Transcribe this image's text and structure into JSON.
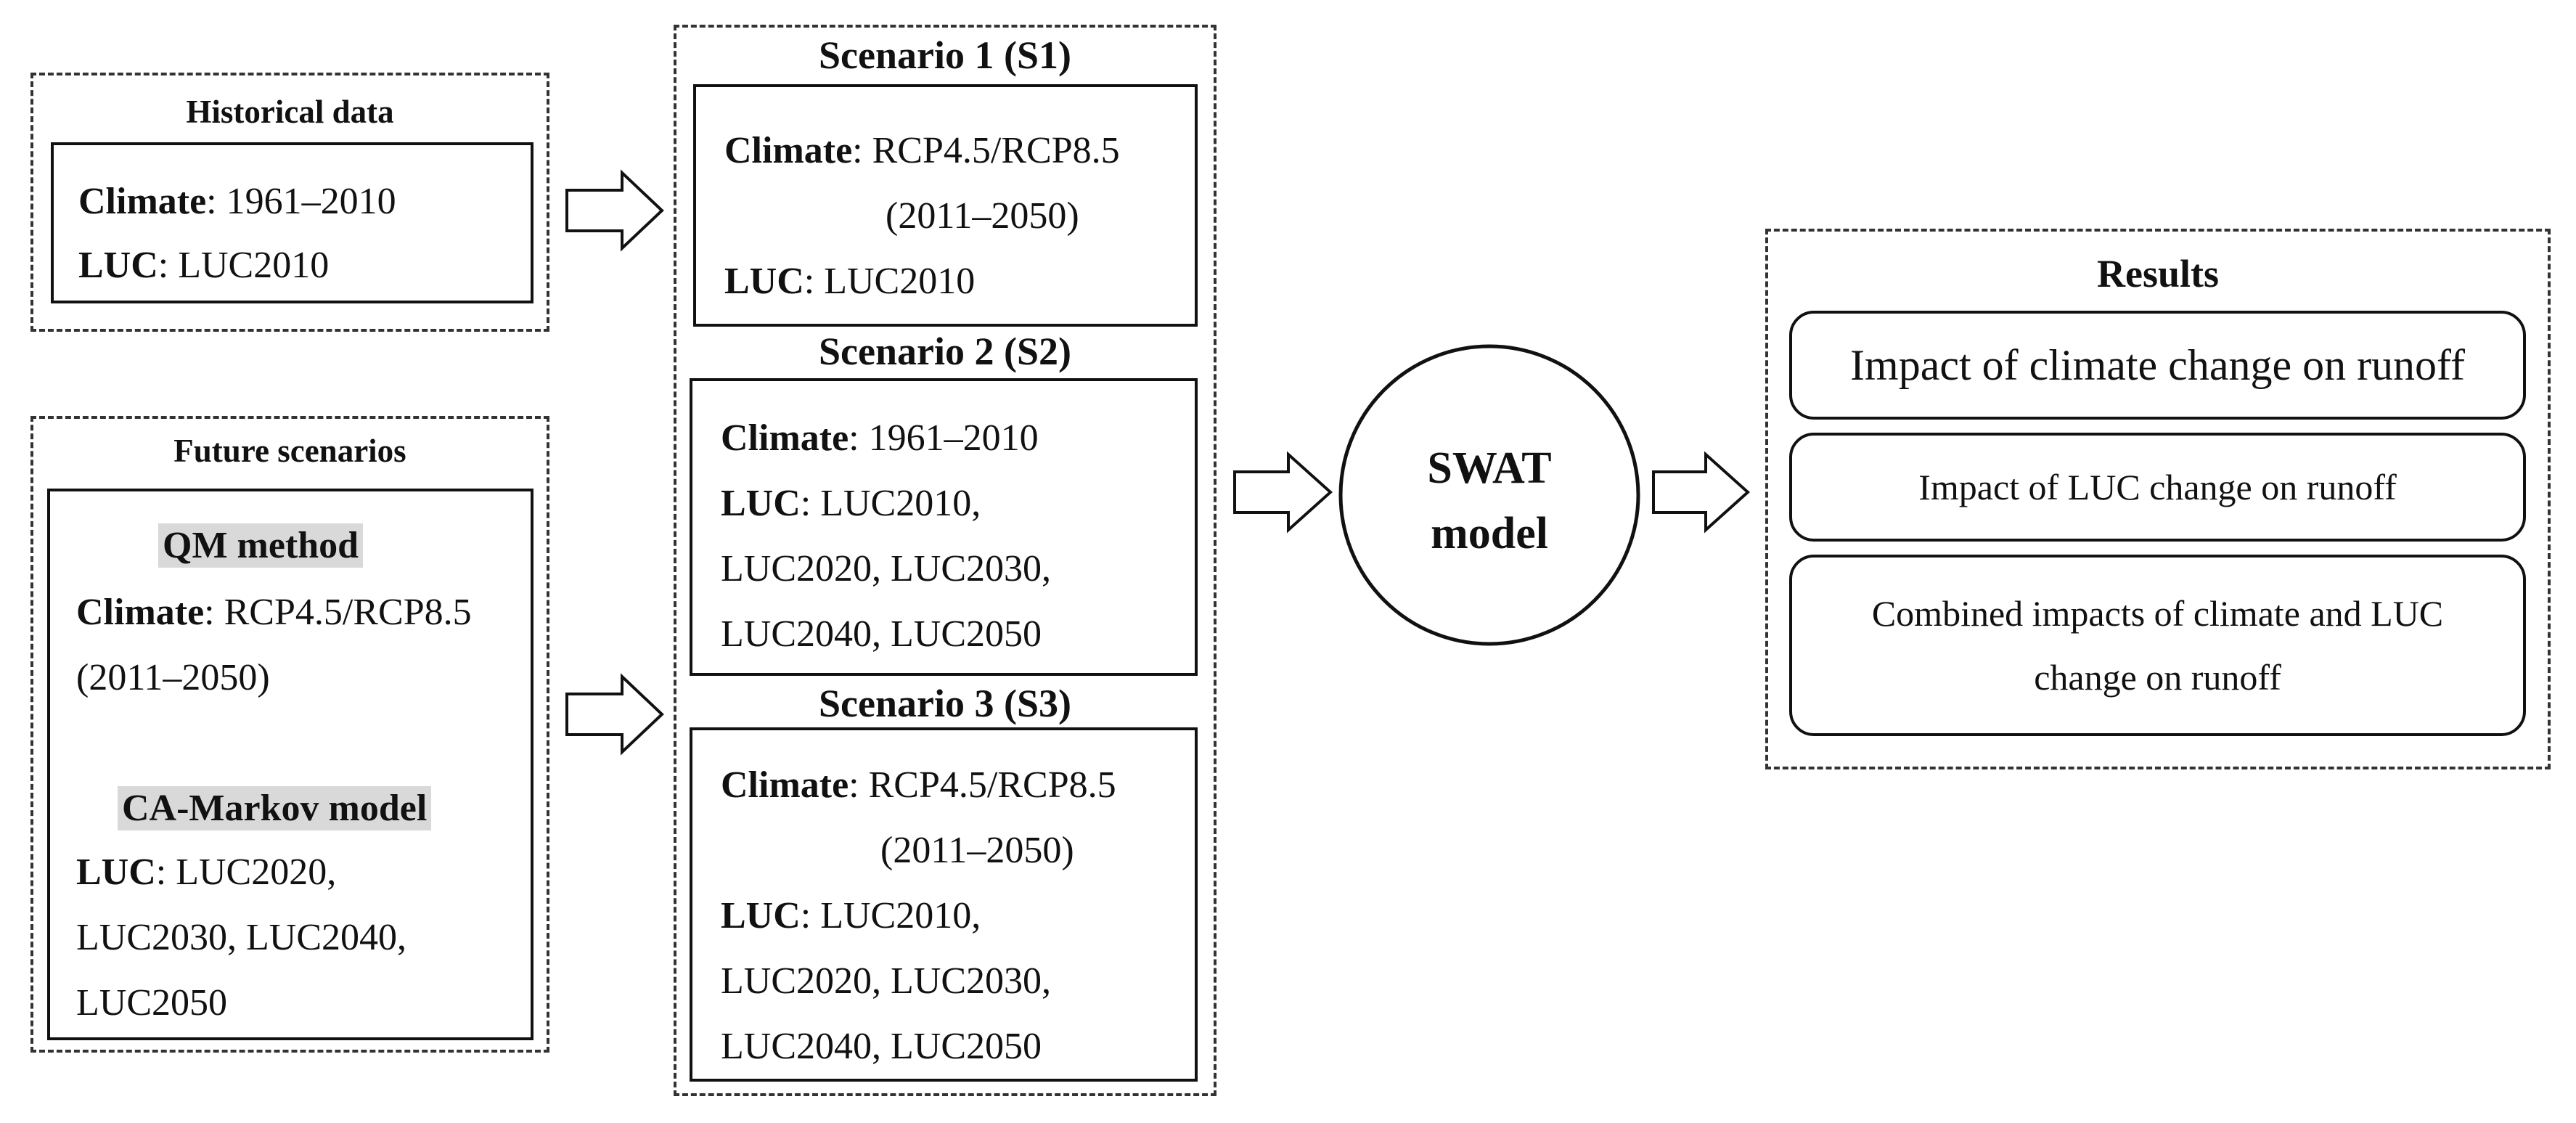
{
  "historical": {
    "title": "Historical data",
    "climate_label": "Climate",
    "climate_value": ": 1961–2010",
    "luc_label": "LUC",
    "luc_value": ": LUC2010"
  },
  "future": {
    "title": "Future scenarios",
    "qm_title": "QM method",
    "climate_label": "Climate",
    "climate_value": ": RCP4.5/RCP8.5",
    "climate_period": "(2011–2050)",
    "ca_title": "CA-Markov model",
    "luc_label": "LUC",
    "luc_line1": ": LUC2020,",
    "luc_line2": "LUC2030, LUC2040,",
    "luc_line3": "LUC2050"
  },
  "s1": {
    "title": "Scenario 1 (S1)",
    "climate_label": "Climate",
    "climate_value": ": RCP4.5/RCP8.5",
    "climate_period": "(2011–2050)",
    "luc_label": "LUC",
    "luc_value": ": LUC2010"
  },
  "s2": {
    "title": "Scenario 2 (S2)",
    "climate_label": "Climate",
    "climate_value": ": 1961–2010",
    "luc_label": "LUC",
    "luc_line1": ": LUC2010,",
    "luc_line2": "LUC2020, LUC2030,",
    "luc_line3": "LUC2040, LUC2050"
  },
  "s3": {
    "title": "Scenario 3 (S3)",
    "climate_label": "Climate",
    "climate_value": ": RCP4.5/RCP8.5",
    "climate_period": "(2011–2050)",
    "luc_label": "LUC",
    "luc_line1": ": LUC2010,",
    "luc_line2": "LUC2020, LUC2030,",
    "luc_line3": "LUC2040, LUC2050"
  },
  "swat": {
    "line1": "SWAT",
    "line2": "model"
  },
  "results": {
    "title": "Results",
    "item1": "Impact of climate change on runoff",
    "item2": "Impact of LUC change on runoff",
    "item3_line1": "Combined impacts of climate and LUC",
    "item3_line2": "change on runoff"
  }
}
